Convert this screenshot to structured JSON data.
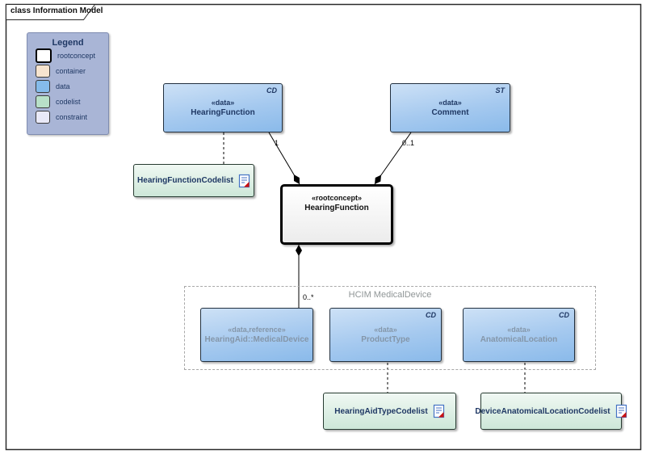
{
  "frame": {
    "title": "class Information Model"
  },
  "legend": {
    "title": "Legend",
    "items": [
      {
        "label": "rootconcept",
        "color": "#ffffff"
      },
      {
        "label": "container",
        "color": "#f7e4cf"
      },
      {
        "label": "data",
        "color": "#85bbea"
      },
      {
        "label": "codelist",
        "color": "#b8e0c8"
      },
      {
        "label": "constraint",
        "color": "#e9e9f8"
      }
    ]
  },
  "nodes": {
    "hearing_function_data": {
      "stereotype": "«data»",
      "name": "HearingFunction",
      "tag": "CD"
    },
    "comment": {
      "stereotype": "«data»",
      "name": "Comment",
      "tag": "ST"
    },
    "hearing_function_codelist": {
      "name": "HearingFunctionCodelist"
    },
    "root_concept": {
      "stereotype": "«rootconcept»",
      "name": "HearingFunction"
    },
    "hcim_container": {
      "title": "HCIM MedicalDevice"
    },
    "hearing_aid_medical_device": {
      "stereotype": "«data,reference»",
      "name": "HearingAid::MedicalDevice"
    },
    "product_type": {
      "stereotype": "«data»",
      "name": "ProductType",
      "tag": "CD"
    },
    "anatomical_location": {
      "stereotype": "«data»",
      "name": "AnatomicalLocation",
      "tag": "CD"
    },
    "hearing_aid_type_codelist": {
      "name": "HearingAidTypeCodelist"
    },
    "device_anatomical_location_codelist": {
      "name": "DeviceAnatomicalLocationCodelist"
    }
  },
  "relations": {
    "hf_to_root_multiplicity": "1",
    "comment_to_root_multiplicity": "0..1",
    "root_to_device_multiplicity": "0..*"
  },
  "colors": {
    "data_fill_top": "#cde1f6",
    "data_fill_bottom": "#8abaea",
    "codelist_fill_top": "#f0f8f3",
    "codelist_fill_bottom": "#cde7d8",
    "legend_bg": "#a9b5d6",
    "navy_text": "#1f3864",
    "grayed_text": "#8496a9",
    "container_label": "#8f9596"
  }
}
